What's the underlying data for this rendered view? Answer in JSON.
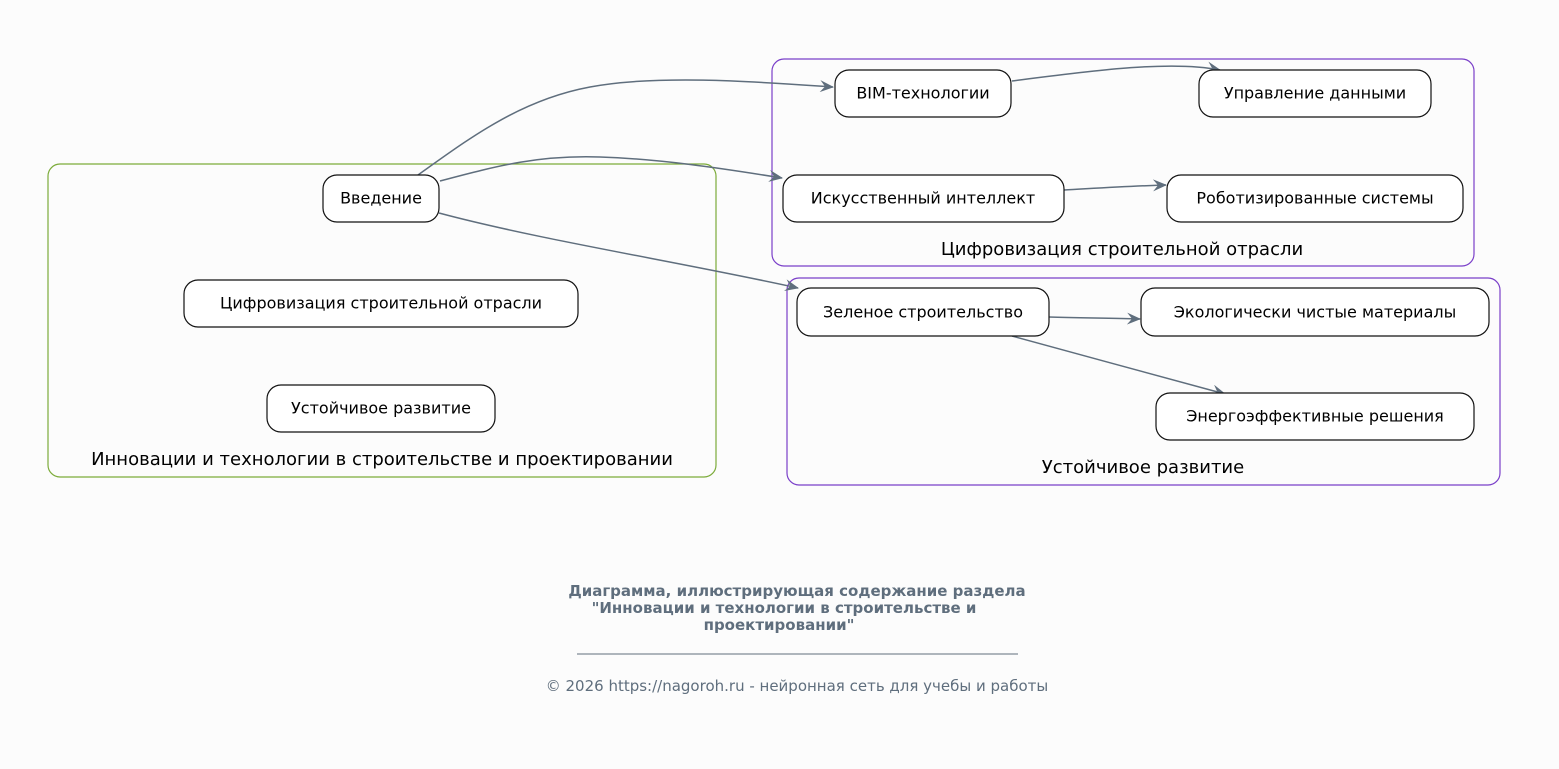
{
  "colors": {
    "edge": "#5f6e7d",
    "cluster_main": "#7cab3a",
    "cluster_sub": "#7a3fc9",
    "background": "#fcfcfc"
  },
  "clusters": {
    "main": "Инновации и технологии в строительстве и проектировании",
    "digital": "Цифровизация строительной отрасли",
    "sustain": "Устойчивое развитие"
  },
  "nodes": {
    "intro": "Введение",
    "digital": "Цифровизация строительной отрасли",
    "sustain": "Устойчивое развитие",
    "bim": "BIM-технологии",
    "data": "Управление данными",
    "ai": "Искусственный интеллект",
    "robots": "Роботизированные системы",
    "green": "Зеленое строительство",
    "eco": "Экологически чистые материалы",
    "energy": "Энергоэффективные решения"
  },
  "caption": {
    "line1": "Диаграмма, иллюстрирующая содержание раздела",
    "line2": "\"Инновации и технологии в строительстве и",
    "line3": "проектировании\"",
    "footer": "© 2026 https://nagoroh.ru - нейронная сеть для учебы и работы"
  }
}
